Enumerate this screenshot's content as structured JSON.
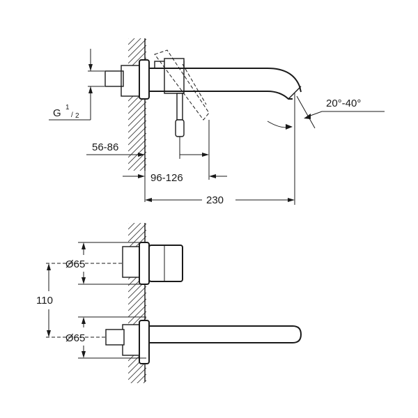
{
  "dimensions": {
    "thread_main": "G",
    "thread_num": "1",
    "thread_den": "2",
    "wall_depth": "56-86",
    "handle_offset": "96-126",
    "spout_length": "230",
    "spout_angle": "20°-40°",
    "upper_diameter": "Ø65",
    "lower_diameter": "Ø65",
    "center_distance": "110"
  },
  "colors": {
    "line": "#1a1a1a",
    "background": "#ffffff"
  }
}
